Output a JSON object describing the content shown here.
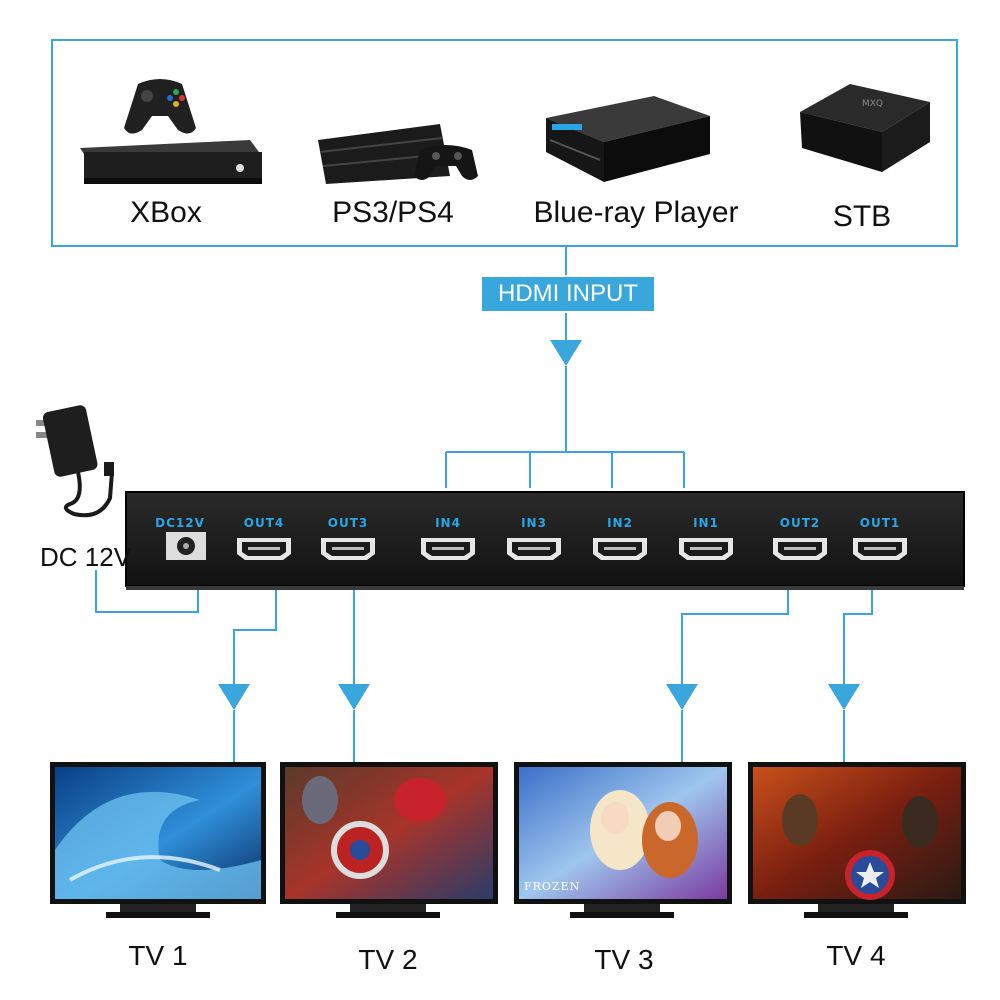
{
  "header": {
    "label": "HDMI INPUT"
  },
  "sources": [
    {
      "name": "XBox",
      "icon": "xbox-console-icon"
    },
    {
      "name": "PS3/PS4",
      "icon": "playstation-console-icon"
    },
    {
      "name": "Blue-ray Player",
      "icon": "bluray-player-icon"
    },
    {
      "name": "STB",
      "icon": "set-top-box-icon"
    }
  ],
  "power": {
    "label": "DC 12V",
    "icon": "power-adapter-icon"
  },
  "ports": [
    "DC12V",
    "OUT4",
    "OUT3",
    "IN4",
    "IN3",
    "IN2",
    "IN1",
    "OUT2",
    "OUT1"
  ],
  "tvs": [
    {
      "name": "TV 1",
      "screen": "wave-screen"
    },
    {
      "name": "TV 2",
      "screen": "superheroes-screen"
    },
    {
      "name": "TV 3",
      "screen": "frozen-screen",
      "logo": "FROZEN"
    },
    {
      "name": "TV 4",
      "screen": "avengers-screen"
    }
  ],
  "colors": {
    "accent": "#3aa7dc",
    "device": "#1a1a1a",
    "port_label": "#2aa6e6"
  }
}
